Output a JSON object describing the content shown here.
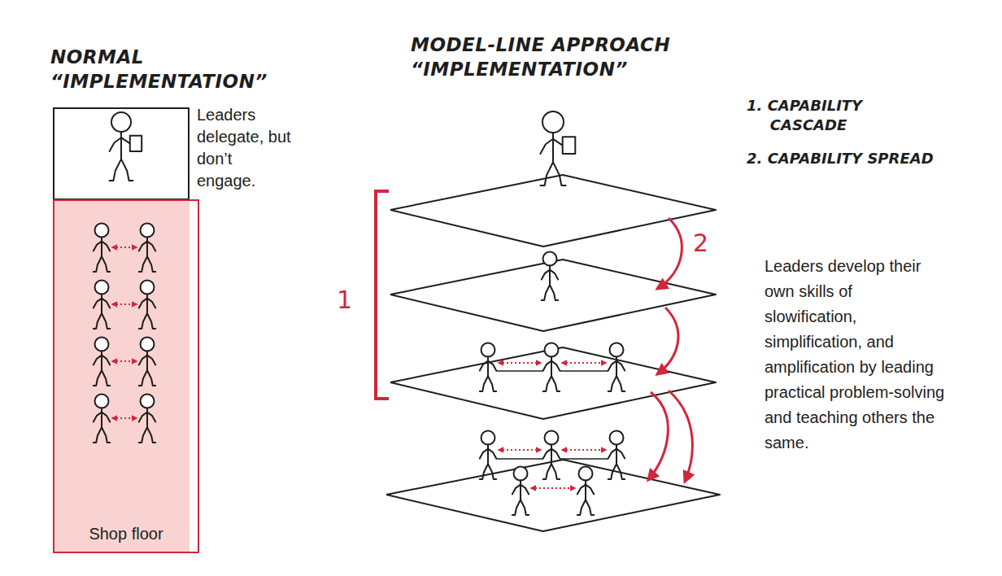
{
  "diagram": {
    "nodes": [
      {
        "text": [
          "Shop floor"
        ]
      }
    ],
    "labels": [
      "NORMAL “IMPLEMENTATION”",
      "MODEL-LINE APPROACH “IMPLEMENTATION”",
      "Leaders delegate, but don’t engage.",
      "1",
      "2",
      "1. CAPABILITY CASCADE",
      "2. CAPABILITY SPREAD",
      "Leaders develop their own skills of slowification, simplification, and amplification by leading practical problem-solving and teaching others the same."
    ]
  }
}
